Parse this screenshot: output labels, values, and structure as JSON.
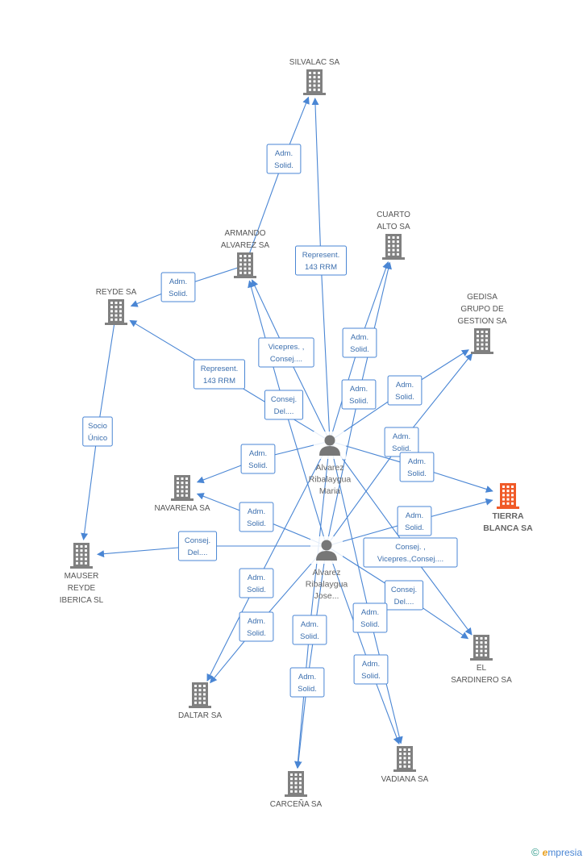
{
  "colors": {
    "edge": "#4a86d4",
    "company": "#808080",
    "highlight": "#f05a28",
    "person": "#777777"
  },
  "companies": [
    {
      "id": "silvalac",
      "name": "SILVALAC SA"
    },
    {
      "id": "cuarto",
      "name": "CUARTO ALTO SA"
    },
    {
      "id": "armando",
      "name": "ARMANDO ALVAREZ SA"
    },
    {
      "id": "reyde",
      "name": "REYDE SA"
    },
    {
      "id": "gedisa",
      "name": "GEDISA GRUPO DE GESTION SA"
    },
    {
      "id": "tierra",
      "name": "TIERRA BLANCA SA",
      "highlight": true
    },
    {
      "id": "navarena",
      "name": "NAVARENA SA"
    },
    {
      "id": "mauser",
      "name": "MAUSER REYDE IBERICA SL"
    },
    {
      "id": "sardinero",
      "name": "EL SARDINERO SA"
    },
    {
      "id": "daltar",
      "name": "DALTAR SA"
    },
    {
      "id": "vadiana",
      "name": "VADIANA SA"
    },
    {
      "id": "carcena",
      "name": "CARCEÑA SA"
    }
  ],
  "persons": [
    {
      "id": "maria",
      "name": "Alvarez Ribalaygua Maria"
    },
    {
      "id": "jose",
      "name": "Alvarez Ribalaygua Jose..."
    }
  ],
  "edges": [
    {
      "from": "armando",
      "to": "silvalac",
      "label": "Adm. Solid."
    },
    {
      "from": "maria",
      "to": "silvalac",
      "label": "Represent. 143 RRM"
    },
    {
      "from": "maria",
      "to": "cuarto",
      "label": "Adm. Solid."
    },
    {
      "from": "jose",
      "to": "cuarto",
      "label": "Adm. Solid."
    },
    {
      "from": "armando",
      "to": "reyde",
      "label": "Adm. Solid."
    },
    {
      "from": "maria",
      "to": "reyde",
      "label": "Represent. 143 RRM"
    },
    {
      "from": "maria",
      "to": "armando",
      "label": "Vicepres. , Consej...."
    },
    {
      "from": "jose",
      "to": "armando",
      "label": "Consej. Del...."
    },
    {
      "from": "reyde",
      "to": "mauser",
      "label": "Socio Único"
    },
    {
      "from": "maria",
      "to": "gedisa",
      "label": "Adm. Solid."
    },
    {
      "from": "jose",
      "to": "gedisa",
      "label": "Adm. Solid."
    },
    {
      "from": "maria",
      "to": "tierra",
      "label": "Adm. Solid."
    },
    {
      "from": "jose",
      "to": "tierra",
      "label": "Adm. Solid."
    },
    {
      "from": "maria",
      "to": "navarena",
      "label": "Adm. Solid."
    },
    {
      "from": "jose",
      "to": "navarena",
      "label": "Adm. Solid."
    },
    {
      "from": "jose",
      "to": "mauser",
      "label": "Consej. Del...."
    },
    {
      "from": "maria",
      "to": "sardinero",
      "label": "Consej. , Vicepres.,Consej...."
    },
    {
      "from": "jose",
      "to": "sardinero",
      "label": "Consej. Del...."
    },
    {
      "from": "maria",
      "to": "daltar",
      "label": "Adm. Solid."
    },
    {
      "from": "jose",
      "to": "daltar",
      "label": "Adm. Solid."
    },
    {
      "from": "maria",
      "to": "carcena",
      "label": "Adm. Solid."
    },
    {
      "from": "jose",
      "to": "carcena",
      "label": "Adm. Solid."
    },
    {
      "from": "maria",
      "to": "vadiana",
      "label": "Adm. Solid."
    },
    {
      "from": "jose",
      "to": "vadiana",
      "label": "Adm. Solid."
    }
  ],
  "footer": {
    "copyright": "©",
    "brand_first": "e",
    "brand_rest": "mpresia"
  }
}
